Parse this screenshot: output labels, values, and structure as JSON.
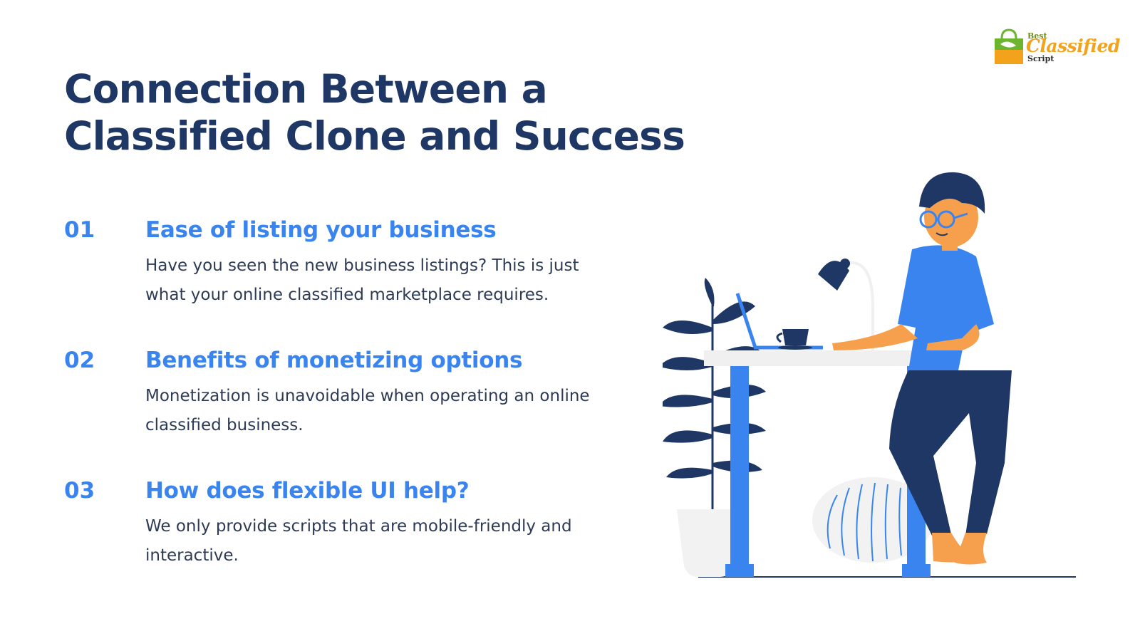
{
  "logo": {
    "line1": "Best",
    "line2": "Classified",
    "line3": "Script"
  },
  "title_line1": "Connection Between a",
  "title_line2": "Classified Clone and Success",
  "items": [
    {
      "number": "01",
      "heading": "Ease of listing your business",
      "line1": "Have you seen the new business listings? This is just",
      "line2": "what your online classified marketplace requires."
    },
    {
      "number": "02",
      "heading": "Benefits of monetizing options",
      "line1": "Monetization is unavoidable when operating an online",
      "line2": "classified business."
    },
    {
      "number": "03",
      "heading": "How does flexible UI help?",
      "line1": "We only provide scripts that are mobile-friendly and",
      "line2": "interactive."
    }
  ],
  "colors": {
    "title": "#1f3764",
    "accent": "#3a84ef",
    "body_text": "#2e3b55",
    "logo_orange": "#f3a21b",
    "logo_green": "#6eb52f"
  },
  "illustration": "person-working-at-standing-desk-illustration"
}
